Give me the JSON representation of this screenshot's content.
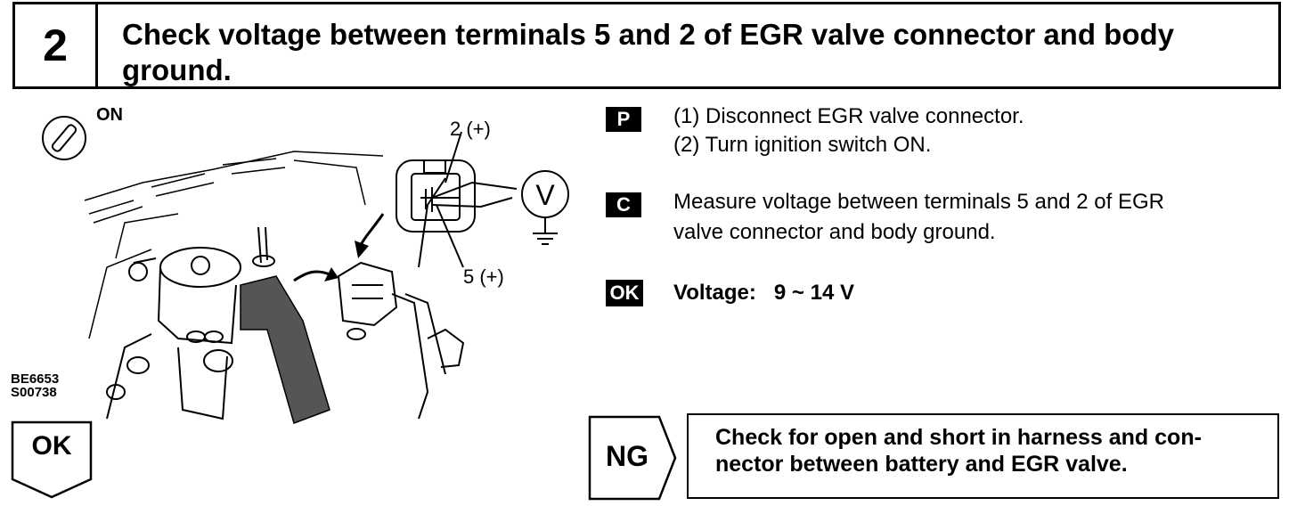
{
  "header": {
    "step_number": "2",
    "title": "Check voltage between terminals 5 and 2 of EGR valve connector and body ground."
  },
  "figure": {
    "ignition_state": "ON",
    "terminal_top": "2 (+)",
    "terminal_bottom": "5 (+)",
    "meter_symbol": "V",
    "code_line1": "BE6653",
    "code_line2": "S00738"
  },
  "instructions": {
    "prep": {
      "badge": "P",
      "line1": "(1) Disconnect EGR valve connector.",
      "line2": "(2) Turn ignition switch ON."
    },
    "check": {
      "badge": "C",
      "line1": "Measure voltage between terminals 5 and 2 of EGR",
      "line2": "valve connector and body ground."
    },
    "ok": {
      "badge": "OK",
      "text": "Voltage:   9 ~ 14 V"
    }
  },
  "results": {
    "ok_label": "OK",
    "ng_label": "NG",
    "ng_line1": "Check for open and short in harness and con-",
    "ng_line2": "nector between battery and EGR valve."
  }
}
